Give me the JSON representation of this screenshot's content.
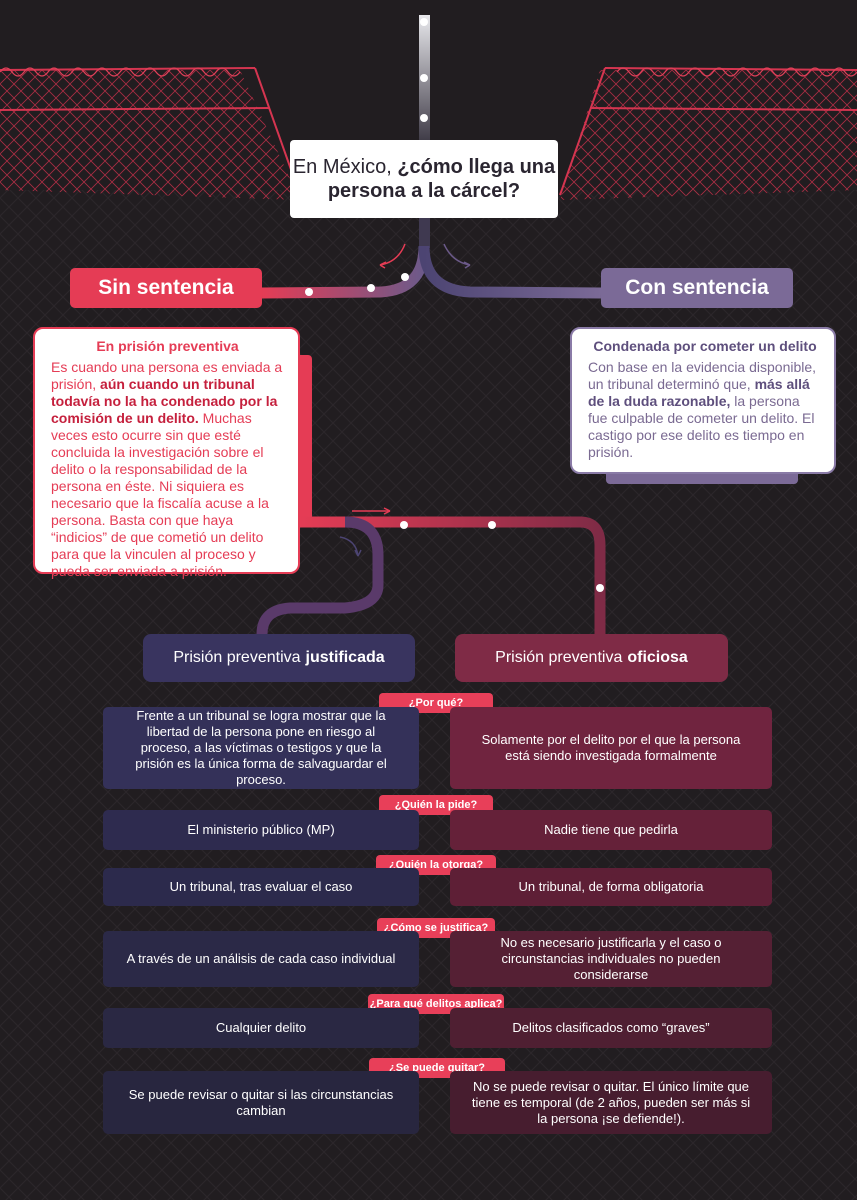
{
  "title": {
    "pre": "En México, ",
    "bold": "¿cómo llega una persona a la cárcel?"
  },
  "branches": {
    "left": {
      "label": "Sin sentencia"
    },
    "right": {
      "label": "Con sentencia"
    }
  },
  "left_card": {
    "heading": "En prisión preventiva",
    "text_1": "Es cuando una persona es enviada a prisión, ",
    "bold": "aún cuando un tribunal todavía no la ha condenado por la comisión de un delito.",
    "text_2": " Muchas veces esto ocurre sin que esté concluida la investigación sobre el delito o la responsabilidad de la persona en éste. Ni siquiera es necesario que la fiscalía acuse a la persona. Basta con que haya “indicios” de que cometió un delito para que la vinculen al proceso y pueda ser enviada a prisión."
  },
  "right_card": {
    "heading": "Condenada por cometer un delito",
    "text_1": "Con base en la evidencia disponible, un tribunal determinó que, ",
    "bold": "más allá de la duda razonable,",
    "text_2": " la persona fue culpable de cometer un delito. El castigo por ese delito es tiempo en prisión."
  },
  "types": {
    "left": {
      "light": "Prisión preventiva",
      "strong": "justificada"
    },
    "right": {
      "light": "Prisión preventiva",
      "strong": "oficiosa"
    }
  },
  "rows": [
    {
      "question": "¿Por qué?",
      "left": "Frente a un tribunal se logra mostrar que la libertad de la persona pone en riesgo al proceso, a las víctimas o testigos y que la prisión es la única forma de salvaguardar el proceso.",
      "right": "Solamente por el delito por el que la persona está siendo investigada formalmente"
    },
    {
      "question": "¿Quién la pide?",
      "left": "El ministerio público (MP)",
      "right": "Nadie tiene que pedirla"
    },
    {
      "question": "¿Quién la otorga?",
      "left": "Un tribunal, tras evaluar el caso",
      "right": "Un tribunal, de forma obligatoria"
    },
    {
      "question": "¿Cómo se justifica?",
      "left": "A través de un análisis de cada caso individual",
      "right": "No es necesario justificarla y el caso o circunstancias individuales no pueden considerarse"
    },
    {
      "question": "¿Para qué delitos aplica?",
      "left": "Cualquier delito",
      "right": "Delitos clasificados como “graves”"
    },
    {
      "question": "¿Se puede quitar?",
      "left": "Se puede revisar o quitar si las circunstancias cambian",
      "right": "No se puede revisar o quitar. El único límite que tiene es temporal (de 2 años, pueden ser más si la persona ¡se defiende!)."
    }
  ],
  "colors": {
    "background": "#211d20",
    "accent_red": "#e53c55",
    "accent_purple": "#7b6a97",
    "justificada": "#39345f",
    "oficiosa": "#7f2b46"
  }
}
